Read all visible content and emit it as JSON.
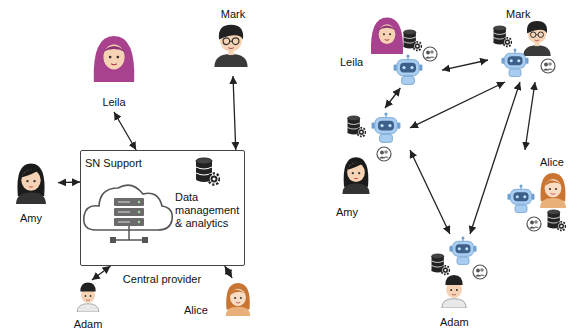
{
  "diagram": {
    "nodes": [
      {
        "text": [
          "SN Support",
          "Data management & analytics",
          "Central provider"
        ]
      },
      {
        "text": [
          "Leila"
        ]
      },
      {
        "text": [
          "Mark"
        ]
      },
      {
        "text": [
          "Amy"
        ]
      },
      {
        "text": [
          "Adam"
        ]
      },
      {
        "text": [
          "Alice"
        ]
      },
      {
        "text": [
          "Leila"
        ]
      },
      {
        "text": [
          "Mark"
        ]
      },
      {
        "text": [
          "Amy"
        ]
      },
      {
        "text": [
          "Alice"
        ]
      },
      {
        "text": [
          "Adam"
        ]
      }
    ],
    "edges": [
      {
        "from": 1,
        "to": 0,
        "arrow": "both"
      },
      {
        "from": 2,
        "to": 0,
        "arrow": "both"
      },
      {
        "from": 3,
        "to": 0,
        "arrow": "both"
      },
      {
        "from": 4,
        "to": 0,
        "arrow": "both"
      },
      {
        "from": 5,
        "to": 0,
        "arrow": "both"
      },
      {
        "from": 6,
        "to": 8,
        "arrow": "both"
      },
      {
        "from": 6,
        "to": 7,
        "arrow": "both"
      },
      {
        "from": 7,
        "to": 8,
        "arrow": "both"
      },
      {
        "from": 7,
        "to": 10,
        "arrow": "both"
      },
      {
        "from": 7,
        "to": 9,
        "arrow": "both"
      },
      {
        "from": 8,
        "to": 10,
        "arrow": "both"
      }
    ]
  }
}
